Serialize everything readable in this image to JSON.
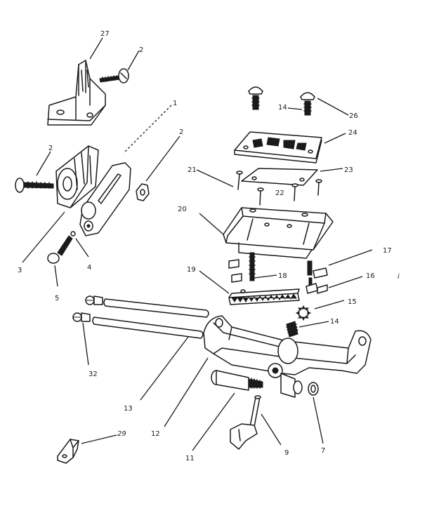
{
  "diagram": {
    "callouts": [
      {
        "id": "c27",
        "text": "27"
      },
      {
        "id": "c2a",
        "text": "2"
      },
      {
        "id": "c1",
        "text": "1"
      },
      {
        "id": "c2b",
        "text": "2"
      },
      {
        "id": "c2c",
        "text": "2"
      },
      {
        "id": "c3",
        "text": "3"
      },
      {
        "id": "c4",
        "text": "4"
      },
      {
        "id": "c5",
        "text": "5"
      },
      {
        "id": "c14a",
        "text": "14"
      },
      {
        "id": "c26",
        "text": "26"
      },
      {
        "id": "c24",
        "text": "24"
      },
      {
        "id": "c21",
        "text": "21"
      },
      {
        "id": "c23",
        "text": "23"
      },
      {
        "id": "c22",
        "text": "22"
      },
      {
        "id": "c20",
        "text": "20"
      },
      {
        "id": "c17",
        "text": "17"
      },
      {
        "id": "c19",
        "text": "19"
      },
      {
        "id": "c18",
        "text": "18"
      },
      {
        "id": "c16",
        "text": "16"
      },
      {
        "id": "c15",
        "text": "15"
      },
      {
        "id": "c14b",
        "text": "14"
      },
      {
        "id": "c32",
        "text": "32"
      },
      {
        "id": "c13",
        "text": "13"
      },
      {
        "id": "c12",
        "text": "12"
      },
      {
        "id": "c11",
        "text": "11"
      },
      {
        "id": "c9",
        "text": "9"
      },
      {
        "id": "c7",
        "text": "7"
      },
      {
        "id": "c29",
        "text": "29"
      },
      {
        "id": "cmark",
        "text": "i"
      }
    ]
  }
}
